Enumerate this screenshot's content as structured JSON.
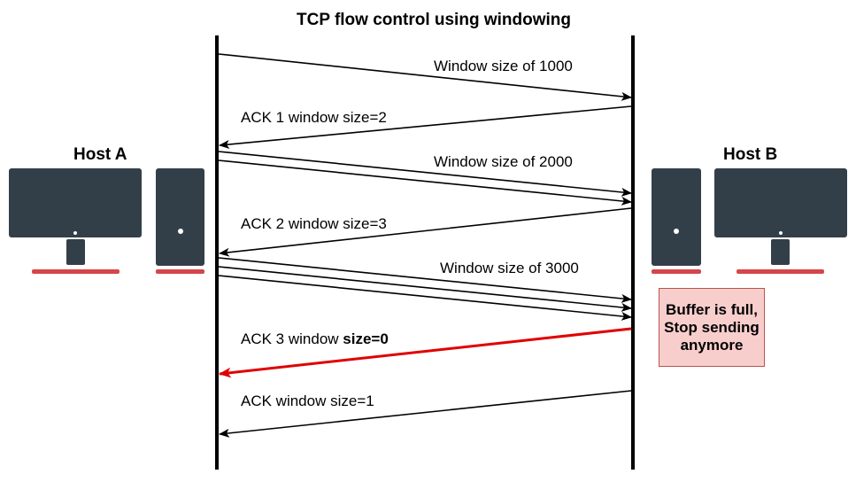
{
  "title": "TCP flow control using windowing",
  "host_a": {
    "label": "Host A"
  },
  "host_b": {
    "label": "Host B"
  },
  "messages": [
    {
      "text": "Window size of 1000"
    },
    {
      "text": "ACK 1 window size=2"
    },
    {
      "text": "Window size of 2000"
    },
    {
      "text": "ACK 2 window size=3"
    },
    {
      "text": "Window size of 3000"
    },
    {
      "text": "ACK 3 window ",
      "bold_text": "size=0"
    },
    {
      "text": "ACK window size=1"
    }
  ],
  "note": {
    "lines": [
      "Buffer is full,",
      "Stop sending",
      "anymore"
    ]
  },
  "colors": {
    "computer": "#333f48",
    "base": "#d6454a",
    "alert_arrow": "#e00000",
    "note_fill": "#f8cecc",
    "note_border": "#b85450"
  }
}
